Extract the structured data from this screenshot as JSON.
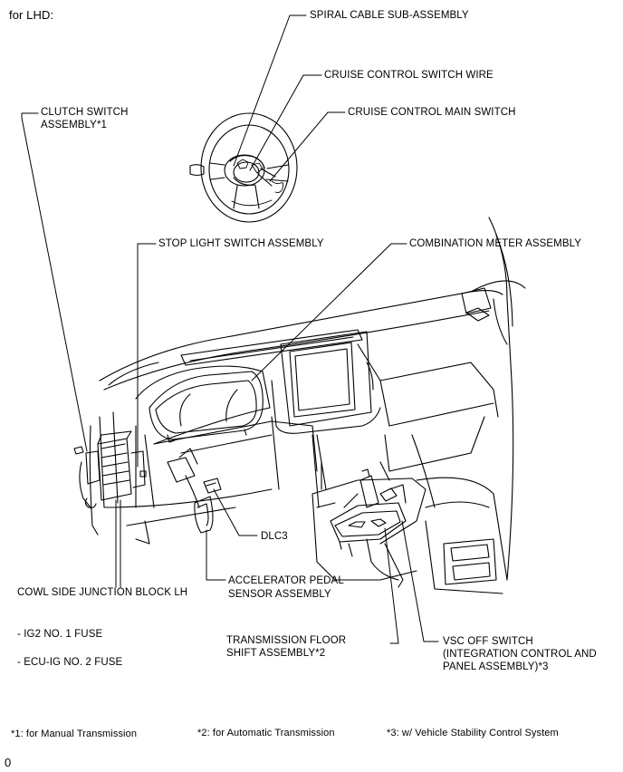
{
  "header": {
    "variant": "for LHD:"
  },
  "callouts": {
    "spiral_cable": "SPIRAL CABLE SUB-ASSEMBLY",
    "cruise_wire": "CRUISE CONTROL SWITCH WIRE",
    "cruise_main": "CRUISE CONTROL MAIN SWITCH",
    "clutch_switch_1": "CLUTCH SWITCH",
    "clutch_switch_2": "ASSEMBLY*1",
    "stop_light": "STOP LIGHT SWITCH ASSEMBLY",
    "combination_meter": "COMBINATION METER ASSEMBLY",
    "dlc3": "DLC3",
    "accel_pedal_1": "ACCELERATOR PEDAL",
    "accel_pedal_2": "SENSOR ASSEMBLY",
    "cowl_side": "COWL SIDE JUNCTION BLOCK LH",
    "fuse_ig2": "- IG2 NO. 1 FUSE",
    "fuse_ecu": "- ECU-IG NO. 2 FUSE",
    "trans_shift_1": "TRANSMISSION FLOOR",
    "trans_shift_2": "SHIFT ASSEMBLY*2",
    "vsc_off_1": "VSC OFF SWITCH",
    "vsc_off_2": "(INTEGRATION CONTROL AND",
    "vsc_off_3": "PANEL ASSEMBLY)*3"
  },
  "footnotes": {
    "note1": "*1: for Manual Transmission",
    "note2": "*2: for Automatic Transmission",
    "note3": "*3: w/ Vehicle Stability Control System"
  },
  "figure_code": "0"
}
